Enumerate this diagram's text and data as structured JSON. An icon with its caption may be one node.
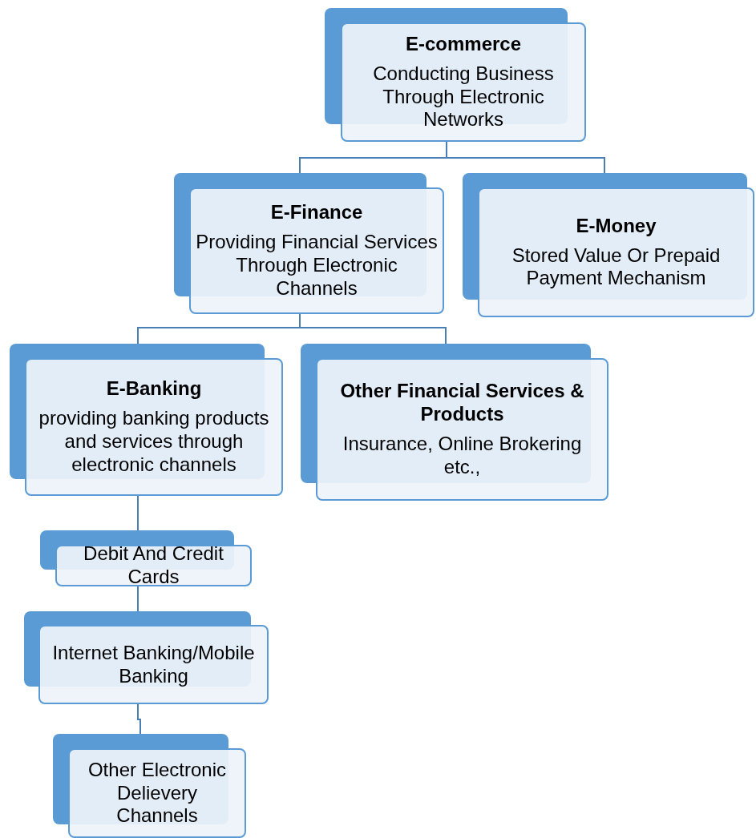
{
  "diagram": {
    "nodes": [
      {
        "text": [
          "E-commerce",
          "Conducting Business Through Electronic Networks"
        ]
      },
      {
        "text": [
          "E-Finance",
          "Providing Financial Services Through Electronic Channels"
        ]
      },
      {
        "text": [
          "E-Money",
          "Stored Value Or Prepaid Payment Mechanism"
        ]
      },
      {
        "text": [
          "E-Banking",
          "providing banking products and services through electronic channels"
        ]
      },
      {
        "text": [
          "Other Financial Services & Products",
          "Insurance, Online Brokering etc.,"
        ]
      },
      {
        "text": [
          "Debit And Credit Cards"
        ]
      },
      {
        "text": [
          "Internet Banking/Mobile Banking"
        ]
      },
      {
        "text": [
          "Other Electronic Delievery Channels"
        ]
      }
    ],
    "edges": [
      {
        "from": 0,
        "to": 1,
        "arrow": "none"
      },
      {
        "from": 0,
        "to": 2,
        "arrow": "none"
      },
      {
        "from": 1,
        "to": 3,
        "arrow": "none"
      },
      {
        "from": 1,
        "to": 4,
        "arrow": "none"
      },
      {
        "from": 3,
        "to": 5,
        "arrow": "none"
      },
      {
        "from": 5,
        "to": 6,
        "arrow": "none"
      },
      {
        "from": 6,
        "to": 7,
        "arrow": "none"
      }
    ]
  }
}
